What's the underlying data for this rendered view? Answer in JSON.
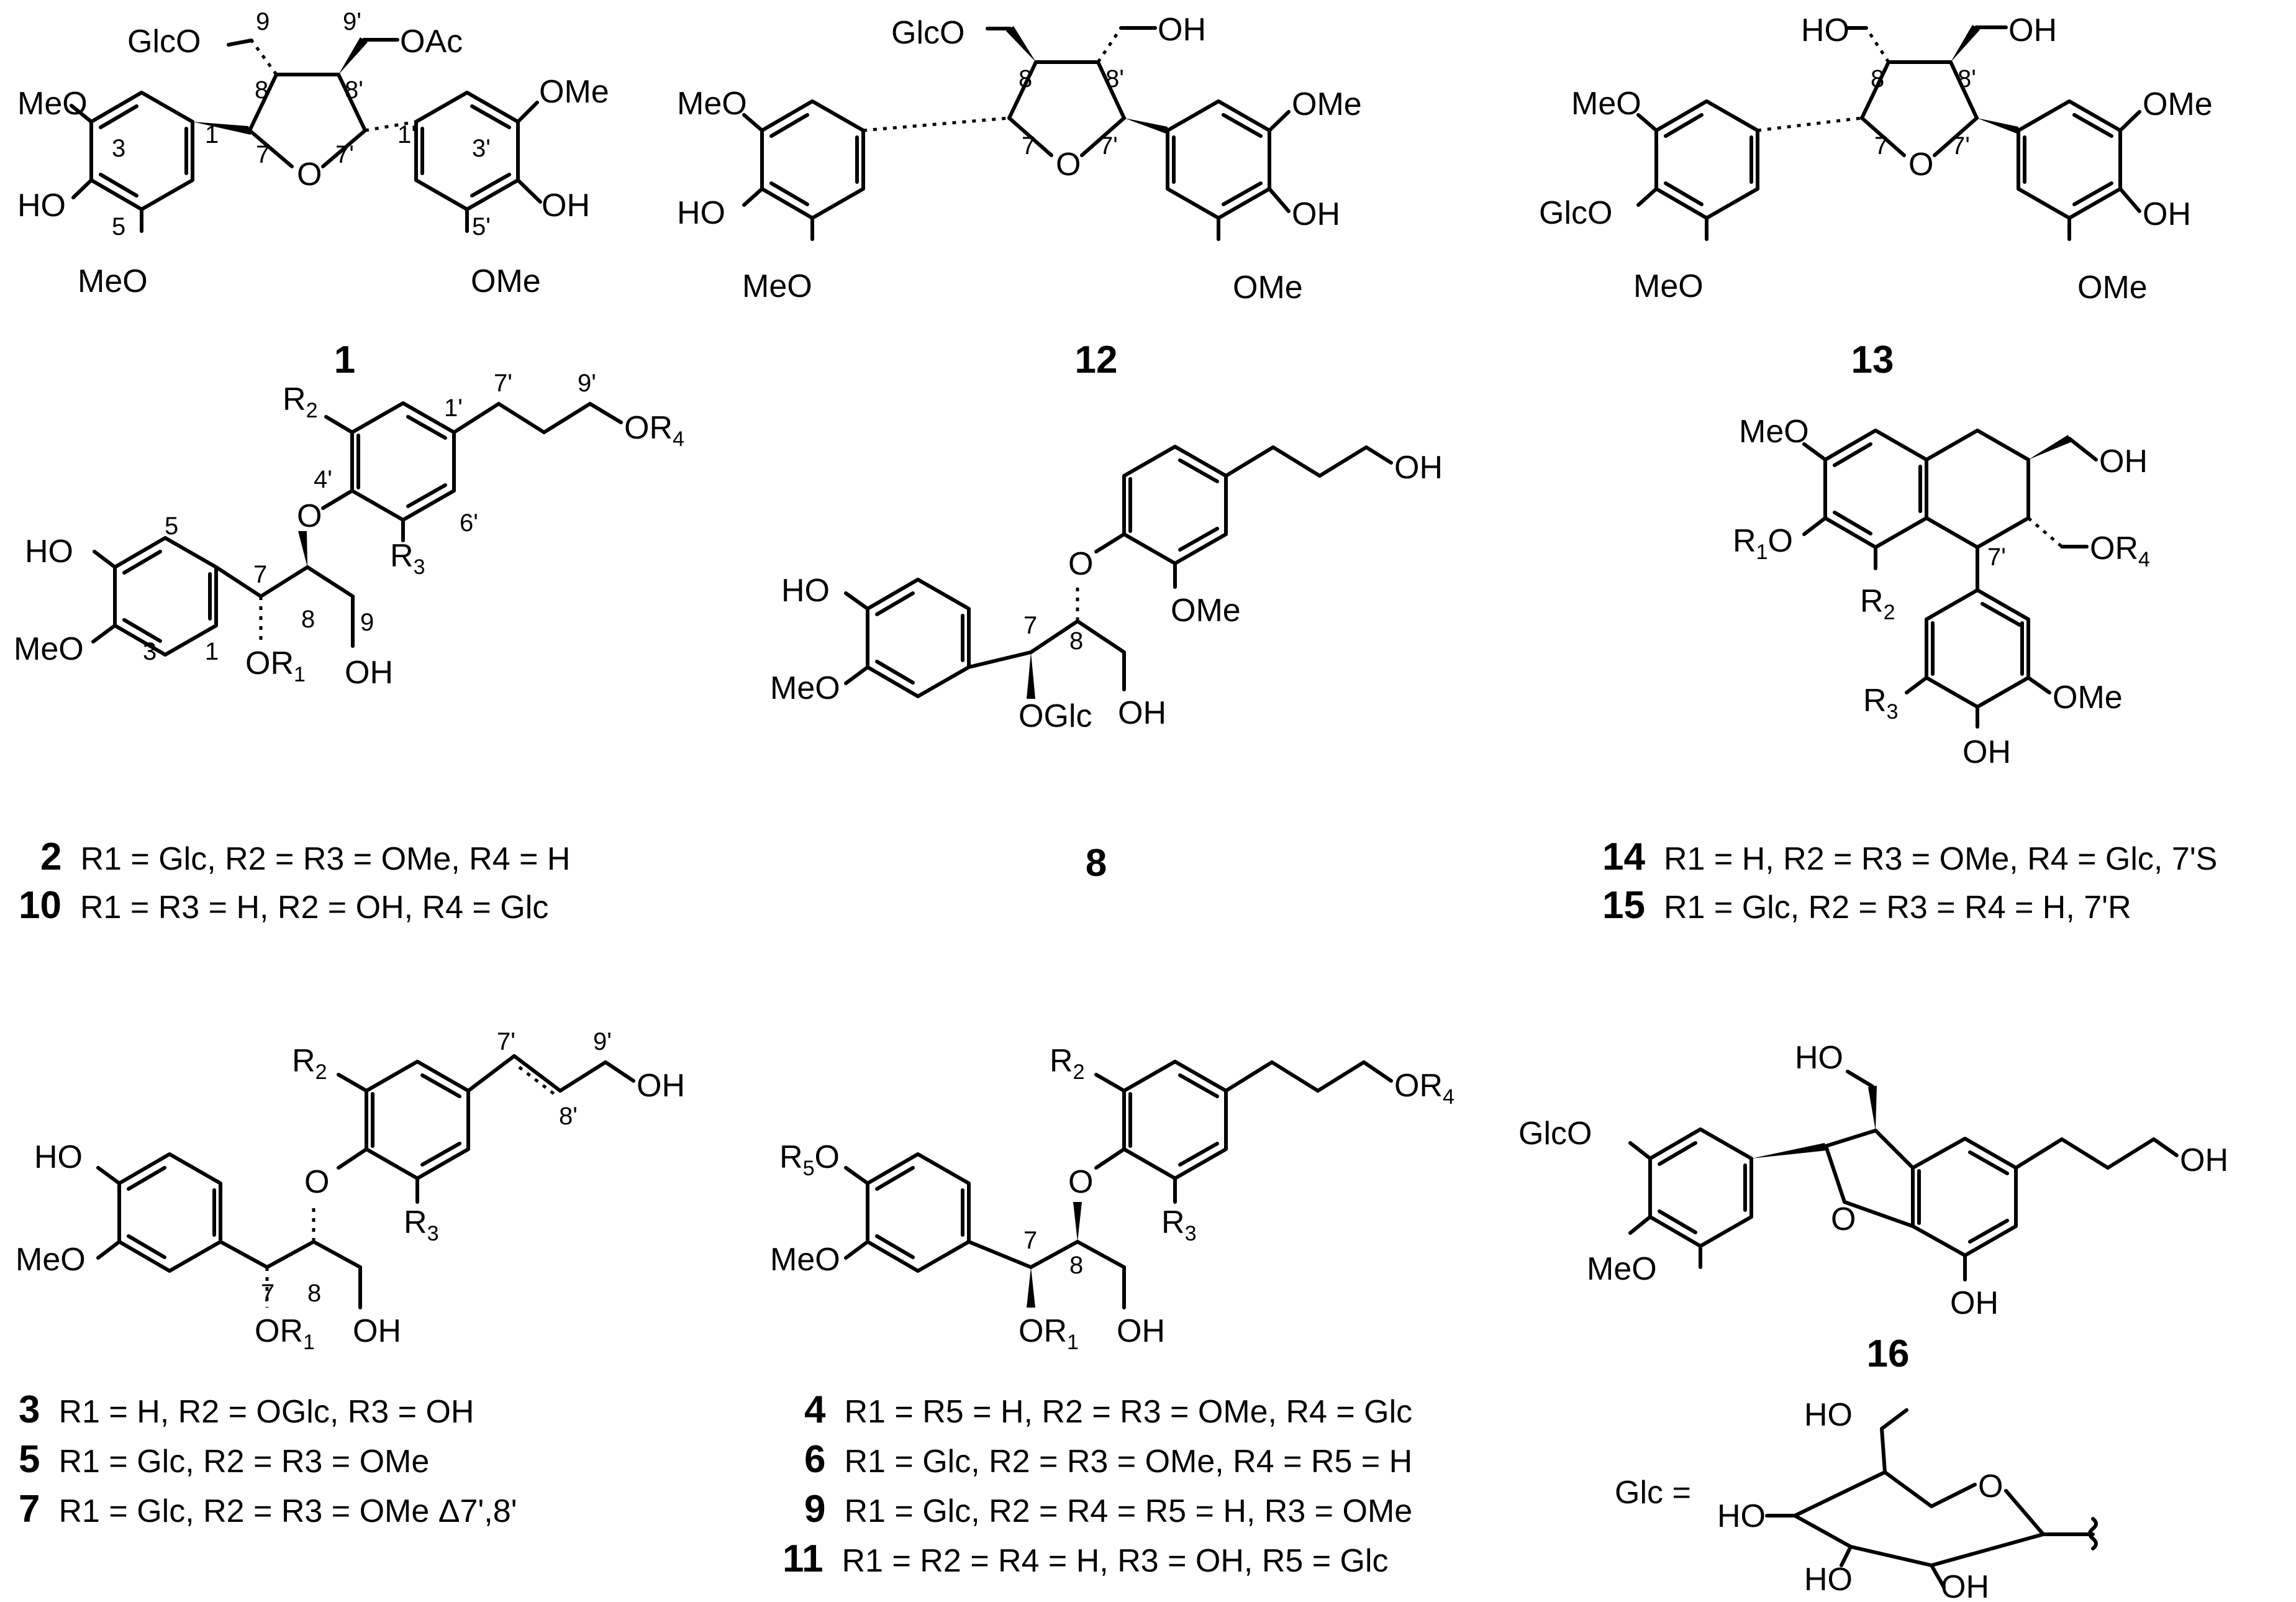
{
  "compounds": {
    "c1": {
      "id": "1",
      "labels": {
        "glco9": "GlcO",
        "oac": "OAc",
        "meo3": "MeO",
        "ho4": "HO",
        "meo5": "MeO",
        "ome3p": "OMe",
        "oh4p": "OH",
        "ome5p": "OMe",
        "o": "O"
      },
      "numbers": [
        "9",
        "9'",
        "8",
        "8'",
        "3",
        "1",
        "7",
        "7'",
        "1'",
        "3'",
        "5",
        "5'"
      ]
    },
    "c12": {
      "id": "12",
      "labels": {
        "glco": "GlcO",
        "oh9p": "OH",
        "meo3": "MeO",
        "ho4": "HO",
        "meo5": "MeO",
        "ome3p": "OMe",
        "oh4p": "OH",
        "ome5p": "OMe",
        "o": "O"
      },
      "numbers": [
        "8",
        "8'",
        "7",
        "7'"
      ]
    },
    "c13": {
      "id": "13",
      "labels": {
        "ho9": "HO",
        "oh9p": "OH",
        "meo3": "MeO",
        "glco4": "GlcO",
        "meo5": "MeO",
        "ome3p": "OMe",
        "oh4p": "OH",
        "ome5p": "OMe",
        "o": "O"
      },
      "numbers": [
        "8",
        "8'",
        "7",
        "7'"
      ]
    },
    "c2_10": {
      "labels": {
        "ho4": "HO",
        "meo3": "MeO",
        "r2": "R",
        "r3": "R",
        "o": "O",
        "or1": "OR",
        "oh9": "OH",
        "or4": "OR"
      },
      "numbers": [
        "5",
        "3",
        "1",
        "7",
        "8",
        "9",
        "4'",
        "1'",
        "6'",
        "7'",
        "9'"
      ],
      "legend": [
        {
          "id": "2",
          "text": "R1 = Glc, R2 = R3 = OMe, R4 = H"
        },
        {
          "id": "10",
          "text": "R1 = R3 = H, R2 = OH, R4 = Glc"
        }
      ]
    },
    "c8": {
      "id": "8",
      "labels": {
        "ho4": "HO",
        "meo3": "MeO",
        "o": "O",
        "ome": "OMe",
        "oglc": "OGlc",
        "oh9": "OH",
        "oh9p": "OH"
      },
      "numbers": [
        "7",
        "8"
      ]
    },
    "c14_15": {
      "labels": {
        "meo": "MeO",
        "r1o": "R",
        "r2": "R",
        "r3": "R",
        "oh": "OH",
        "ome": "OMe",
        "oh9": "OH",
        "or4": "OR"
      },
      "numbers": [
        "7'"
      ],
      "legend": [
        {
          "id": "14",
          "text": "R1 = H, R2 = R3 = OMe, R4 = Glc, 7'S"
        },
        {
          "id": "15",
          "text": "R1 = Glc, R2 = R3 = R4 = H, 7'R"
        }
      ]
    },
    "c3_5_7": {
      "labels": {
        "ho4": "HO",
        "meo3": "MeO",
        "r2": "R",
        "r3": "R",
        "o": "O",
        "or1": "OR",
        "oh9": "OH",
        "oh9p": "OH"
      },
      "numbers": [
        "7",
        "8",
        "7'",
        "8'",
        "9'"
      ],
      "legend": [
        {
          "id": "3",
          "text": "R1 = H, R2 = OGlc, R3 = OH"
        },
        {
          "id": "5",
          "text": "R1 = Glc, R2 = R3 = OMe"
        },
        {
          "id": "7",
          "text": "R1 = Glc, R2 = R3 = OMe   Δ7',8'"
        }
      ]
    },
    "c4_6_9_11": {
      "labels": {
        "r5o": "R",
        "meo3": "MeO",
        "r2": "R",
        "r3": "R",
        "o": "O",
        "or1": "OR",
        "oh9": "OH",
        "or4": "OR"
      },
      "numbers": [
        "7",
        "8"
      ],
      "legend": [
        {
          "id": "4",
          "text": "R1 = R5 = H, R2 = R3 = OMe, R4 = Glc"
        },
        {
          "id": "6",
          "text": "R1 = Glc, R2 = R3 = OMe, R4 = R5 = H"
        },
        {
          "id": "9",
          "text": "R1 = Glc, R2 = R4 = R5 = H,  R3 = OMe"
        },
        {
          "id": "11",
          "text": "R1 = R2 = R4 = H, R3 = OH, R5 = Glc"
        }
      ]
    },
    "c16": {
      "id": "16",
      "labels": {
        "ho": "HO",
        "glco": "GlcO",
        "meo": "MeO",
        "o": "O",
        "oh_ar": "OH",
        "oh_chain": "OH"
      }
    },
    "glc": {
      "label": "Glc =",
      "labels": {
        "ho6": "HO",
        "ho4": "HO",
        "ho3": "HO",
        "oh2": "OH",
        "o": "O"
      }
    }
  }
}
